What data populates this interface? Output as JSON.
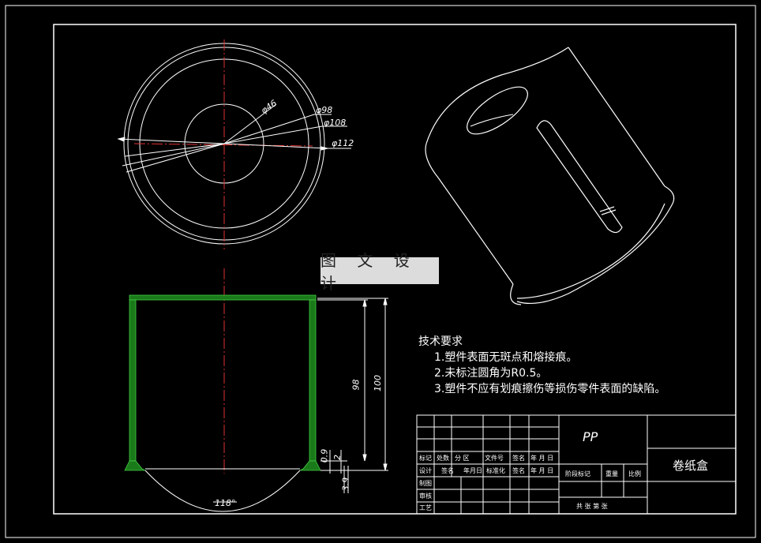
{
  "watermark": "图 文 设 计",
  "dimensions": {
    "d46": "φ46",
    "d98": "φ98",
    "d108": "φ108",
    "d112": "φ112",
    "h98": "98",
    "h100": "100",
    "t09": "0.9",
    "t2": "2",
    "t39": "3.9",
    "angle": "118°"
  },
  "tech_requirements": {
    "heading": "技术要求",
    "items": [
      "1.塑件表面无斑点和熔接痕。",
      "2.未标注圆角为R0.5。",
      "3.塑件不应有划痕擦伤等损伤零件表面的缺陷。"
    ]
  },
  "title_block": {
    "material": "PP",
    "part_name": "卷纸盒",
    "row_revision": [
      "标记",
      "处数",
      "分 区",
      "文件号",
      "签名",
      "年 月 日"
    ],
    "row_design": [
      "设计",
      "签名",
      "年月日",
      "标准化",
      "签名",
      "年 月 日"
    ],
    "row_drawn": "制图",
    "row_check": "审核",
    "row_process": "工艺",
    "stage_label": "阶段标记",
    "weight_label": "重量",
    "scale_label": "比例",
    "sheet_text": "共   张 第   张"
  },
  "colors": {
    "background": "#000000",
    "line": "#ffffff",
    "centerline": "#ff0000",
    "hatch": "#22aa22"
  }
}
